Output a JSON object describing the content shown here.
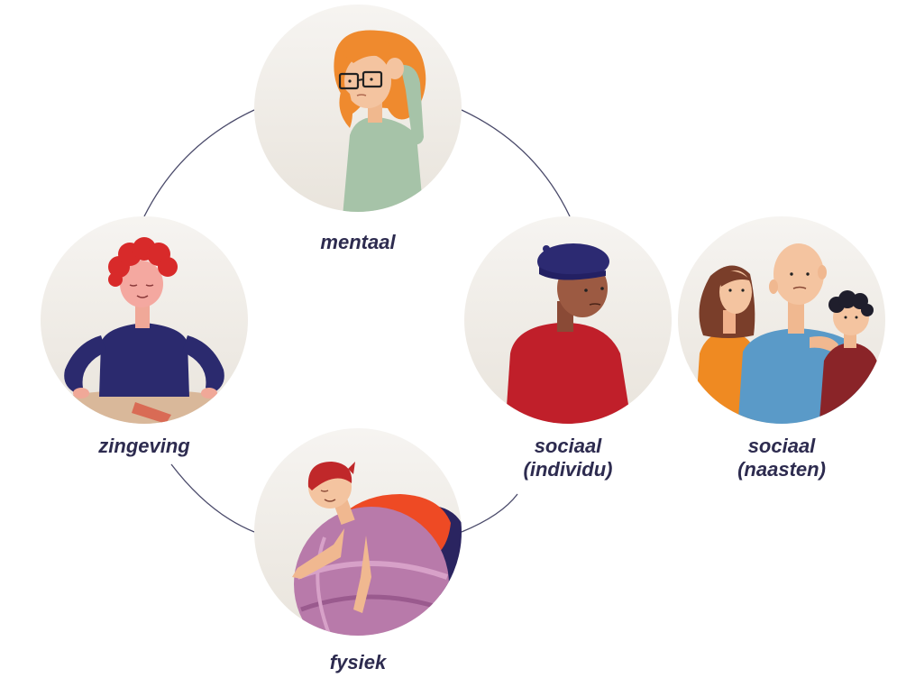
{
  "diagram": {
    "colors": {
      "ring_line": "#4a4a6a",
      "label_text": "#2d2b4f",
      "circle_bg_top": "#f6f4f1",
      "circle_bg_bottom": "#e9e4dc"
    },
    "nodes": [
      {
        "id": "mentaal",
        "label_lines": [
          "mentaal"
        ],
        "illustration": "person-glasses-hand-on-head"
      },
      {
        "id": "zingeving",
        "label_lines": [
          "zingeving"
        ],
        "illustration": "person-meditating"
      },
      {
        "id": "sociaal-individu",
        "label_lines": [
          "sociaal",
          "(individu)"
        ],
        "illustration": "person-beret"
      },
      {
        "id": "fysiek",
        "label_lines": [
          "fysiek"
        ],
        "illustration": "person-on-exercise-ball"
      },
      {
        "id": "sociaal-naasten",
        "label_lines": [
          "sociaal",
          "(naasten)"
        ],
        "illustration": "family-group"
      }
    ],
    "connections": [
      [
        "mentaal",
        "sociaal-individu"
      ],
      [
        "mentaal",
        "zingeving"
      ],
      [
        "zingeving",
        "fysiek"
      ],
      [
        "fysiek",
        "sociaal-individu"
      ]
    ]
  }
}
